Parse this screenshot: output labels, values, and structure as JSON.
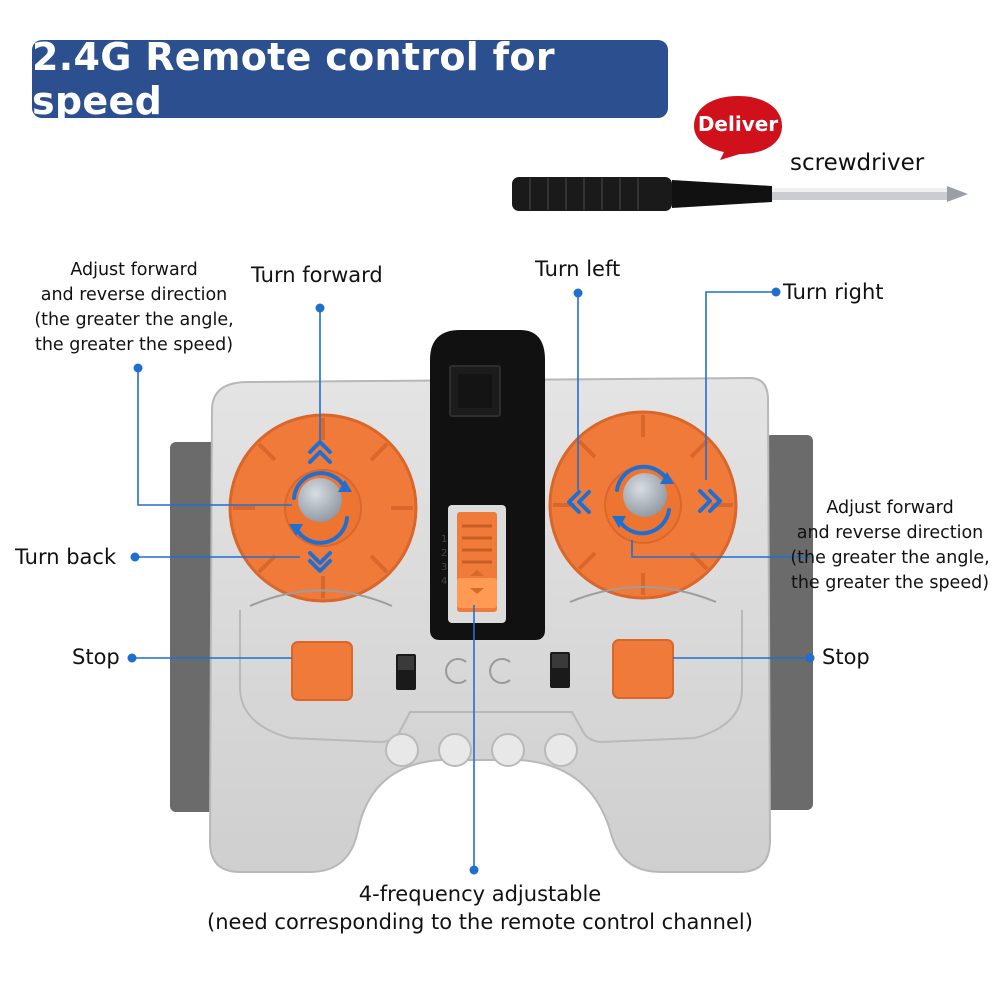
{
  "title": "2.4G Remote control for speed",
  "badge": "Deliver",
  "accessory": "screwdriver",
  "labels": {
    "turn_forward": "Turn forward",
    "turn_back": "Turn back",
    "turn_left": "Turn left",
    "turn_right": "Turn right",
    "stop_left": "Stop",
    "stop_right": "Stop",
    "adjust_left": [
      "Adjust forward",
      "and reverse direction",
      "(the greater the angle,",
      "the greater the speed)"
    ],
    "adjust_right": [
      "Adjust forward",
      "and reverse direction",
      "(the greater the angle,",
      "the greater the speed)"
    ],
    "frequency": [
      "4-frequency adjustable",
      "(need corresponding to the remote control channel)"
    ]
  },
  "channel_numbers": [
    "1",
    "2",
    "3",
    "4"
  ],
  "colors": {
    "banner": "#2b4f8f",
    "badge": "#d0111b",
    "callout": "#1f6fd1",
    "dial": "#f07a3a",
    "body": "#d9d9d9"
  }
}
